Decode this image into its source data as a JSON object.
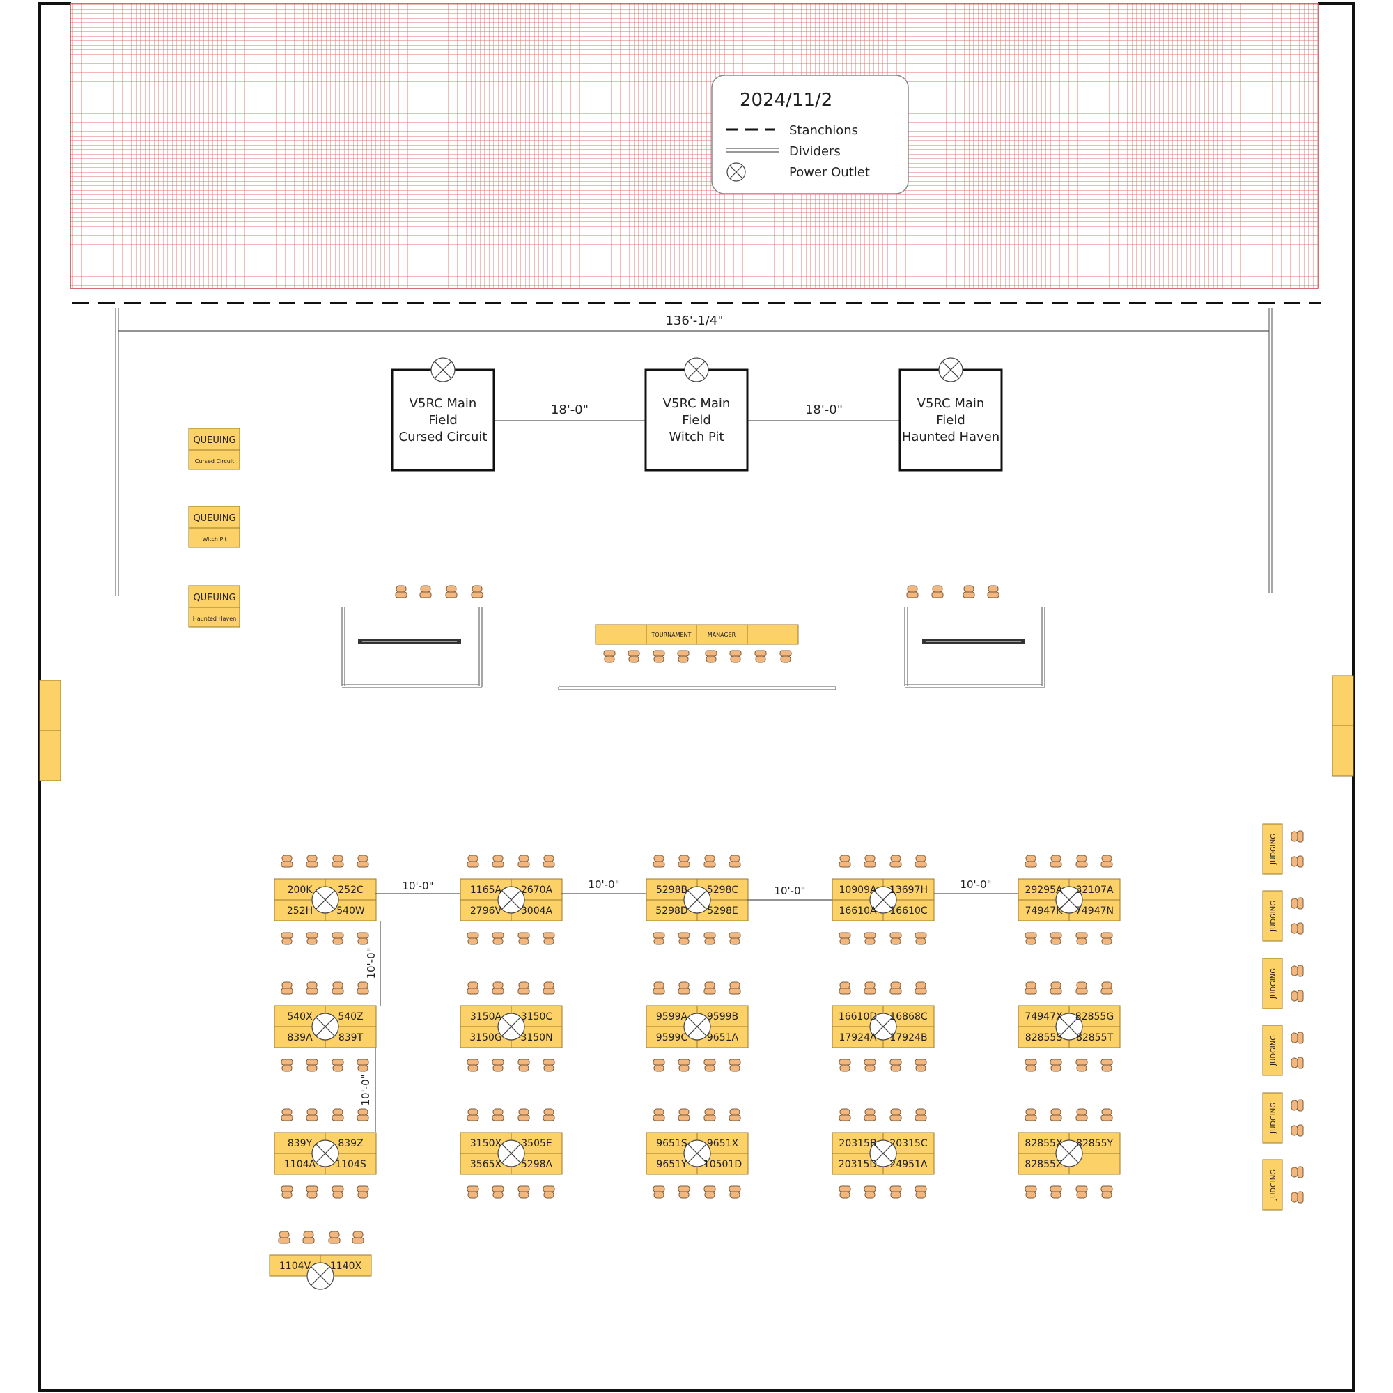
{
  "legend": {
    "date": "2024/11/2",
    "items": [
      {
        "label": "Stanchions",
        "symbol": "stanchion-dash"
      },
      {
        "label": "Dividers",
        "symbol": "divider-double-line"
      },
      {
        "label": "Power Outlet",
        "symbol": "power-outlet-icon"
      }
    ]
  },
  "dimensions": {
    "overall_width": "136'-1/4\"",
    "field_gap_1": "18'-0\"",
    "field_gap_2": "18'-0\"",
    "pit_gaps": [
      "10'-0\"",
      "10'-0\"",
      "10'-0\"",
      "10'-0\""
    ],
    "pit_vertical_gaps": [
      "10'-0\"",
      "10'-0\""
    ]
  },
  "fields": [
    {
      "line1": "V5RC Main",
      "line2": "Field",
      "line3": "Cursed Circuit"
    },
    {
      "line1": "V5RC Main",
      "line2": "Field",
      "line3": "Witch Pit"
    },
    {
      "line1": "V5RC Main",
      "line2": "Field",
      "line3": "Haunted Haven"
    }
  ],
  "queuing": [
    {
      "title": "QUEUING",
      "name": "Cursed Circuit"
    },
    {
      "title": "QUEUING",
      "name": "Witch Pit"
    },
    {
      "title": "QUEUING",
      "name": "Haunted Haven"
    }
  ],
  "tournament_manager": {
    "left": "TOURNAMENT",
    "right": "MANAGER"
  },
  "judging": [
    "JUDGING",
    "JUDGING",
    "JUDGING",
    "JUDGING",
    "JUDGING",
    "JUDGING"
  ],
  "pits": [
    [
      "200K",
      "252C",
      "252H",
      "540W"
    ],
    [
      "1165A",
      "2670A",
      "2796V",
      "3004A"
    ],
    [
      "5298B",
      "5298C",
      "5298D",
      "5298E"
    ],
    [
      "10909A",
      "13697H",
      "16610A",
      "16610C"
    ],
    [
      "29295A",
      "32107A",
      "74947K",
      "74947N"
    ],
    [
      "540X",
      "540Z",
      "839A",
      "839T"
    ],
    [
      "3150A",
      "3150C",
      "3150G",
      "3150N"
    ],
    [
      "9599A",
      "9599B",
      "9599C",
      "9651A"
    ],
    [
      "16610D",
      "16868C",
      "17924A",
      "17924B"
    ],
    [
      "74947X",
      "82855G",
      "82855S",
      "82855T"
    ],
    [
      "839Y",
      "839Z",
      "1104A",
      "1104S"
    ],
    [
      "3150X",
      "3505E",
      "3565X",
      "5298A"
    ],
    [
      "9651S",
      "9651X",
      "9651Y",
      "10501D"
    ],
    [
      "20315B",
      "20315C",
      "20315D",
      "24951A"
    ],
    [
      "82855X",
      "82855Y",
      "82855Z",
      ""
    ]
  ],
  "extra_pit": [
    "1104V",
    "1140X"
  ],
  "colors": {
    "table_fill": "#fcd168",
    "table_stroke": "#9a7a2a",
    "chair_fill": "#f2b77e",
    "grid_line": "#e07070",
    "wall": "#111111"
  }
}
